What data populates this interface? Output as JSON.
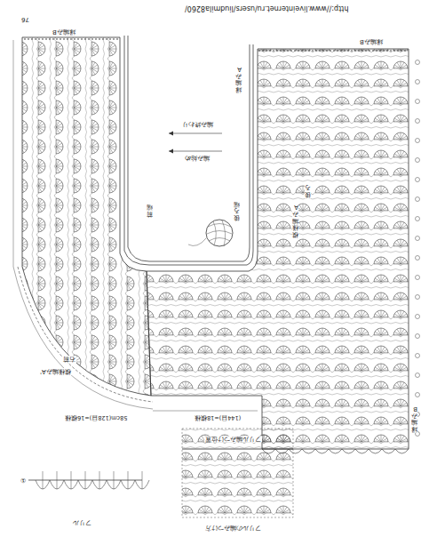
{
  "diagram": {
    "labels": [
      "http://www.liveinternet.ru/users/liudmila8260/",
      "76",
      "縁編みB",
      "縁編みB",
      "縁編みA",
      "前端",
      "後ろ端",
      "後ろ",
      "模様編みA",
      "右前",
      "模様編みA'",
      "58cm(128目)=16模様",
      "(144目)=18模様",
      "縁編みB",
      "フリルの編みつけ方",
      "フリル",
      "編み始め",
      "編み終わり",
      "フリル編みつけ位置",
      "①"
    ]
  }
}
